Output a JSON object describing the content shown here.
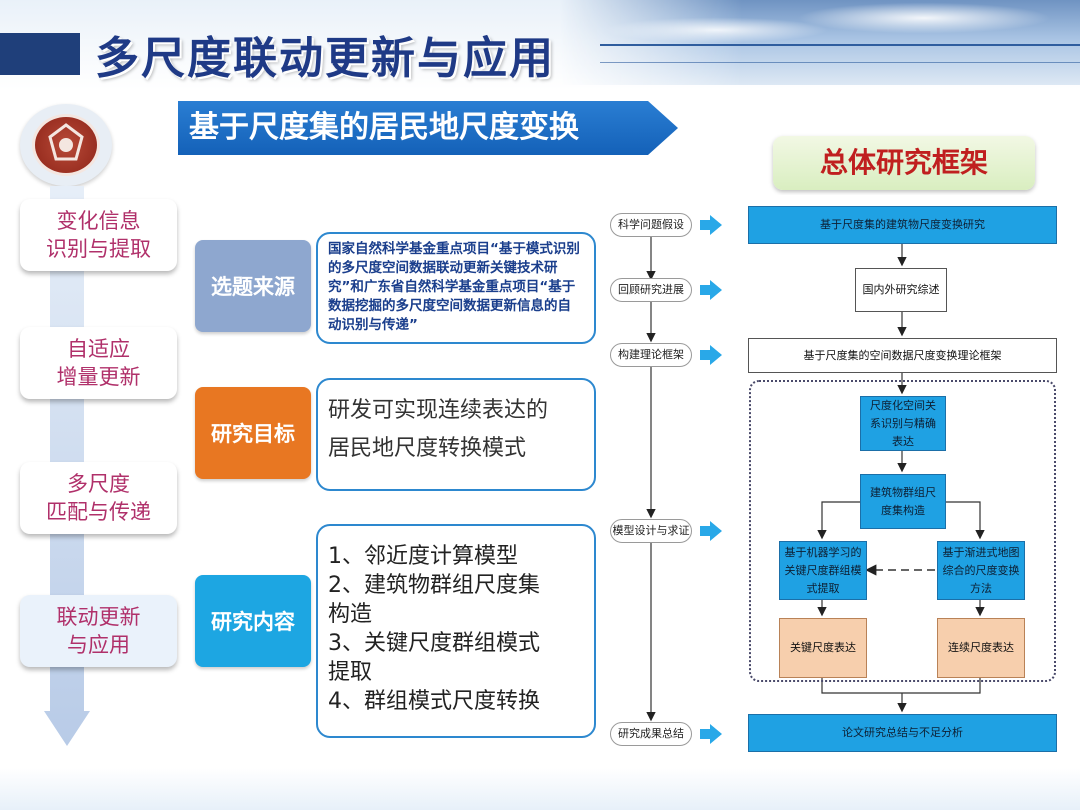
{
  "page_title": "多尺度联动更新与应用",
  "banner": "基于尺度集的居民地尺度变换",
  "framework_title": "总体研究框架",
  "left_steps": [
    {
      "line1": "变化信息",
      "line2": "识别与提取"
    },
    {
      "line1": "自适应",
      "line2": "增量更新"
    },
    {
      "line1": "多尺度",
      "line2": "匹配与传递"
    },
    {
      "line1": "联动更新",
      "line2": "与应用"
    }
  ],
  "topic_source": {
    "label": "选题来源",
    "text": "国家自然科学基金重点项目“基于模式识别的多尺度空间数据联动更新关键技术研究”和广东省自然科学基金重点项目“基于数据挖掘的多尺度空间数据更新信息的自动识别与传递”",
    "color": "#8ea7cf"
  },
  "research_goal": {
    "label": "研究目标",
    "lines": [
      "研发可实现连续表达的",
      "居民地尺度转换模式"
    ],
    "color": "#e87722"
  },
  "research_content": {
    "label": "研究内容",
    "lines": [
      "1、邻近度计算模型",
      "2、建筑物群组尺度集",
      "构造",
      "3、关键尺度群组模式",
      "提取",
      "4、群组模式尺度转换"
    ],
    "color": "#1da6e2"
  },
  "flow_steps": [
    "科学问题假设",
    "回顾研究进展",
    "构建理论框架",
    "模型设计与求证",
    "研究成果总结"
  ],
  "flow_boxes": {
    "top": "基于尺度集的建筑物尺度变换研究",
    "review": "国内外研究综述",
    "framework": "基于尺度集的空间数据尺度变换理论框架",
    "identify": "尺度化空间关系识别与精确表达",
    "construct": "建筑物群组尺度集构造",
    "ml": "基于机器学习的关键尺度群组模式提取",
    "progressive": "基于渐进式地图综合的尺度变换方法",
    "key_expr": "关键尺度表达",
    "cont_expr": "连续尺度表达",
    "summary": "论文研究总结与不足分析"
  }
}
